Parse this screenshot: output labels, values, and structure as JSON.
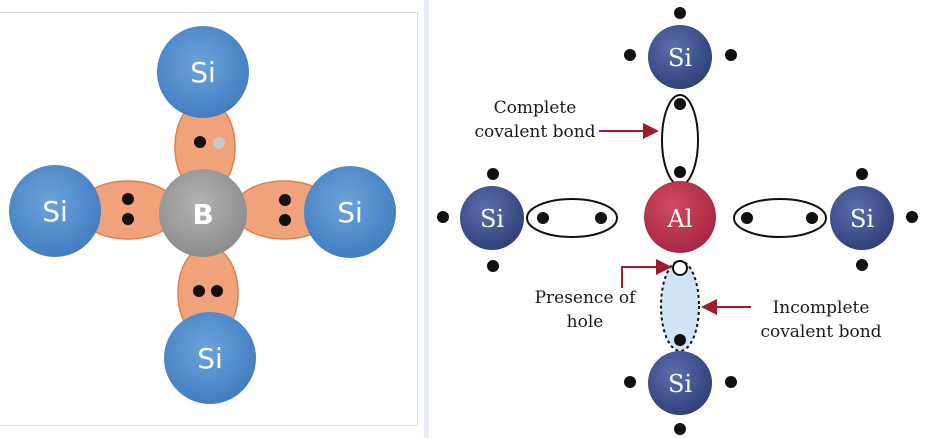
{
  "left_diagram": {
    "center_atom": "B",
    "top_atom": "Si",
    "left_atom": "Si",
    "right_atom": "Si",
    "bottom_atom": "Si"
  },
  "right_diagram": {
    "center_atom": "Al",
    "top_atom": "Si",
    "left_atom": "Si",
    "right_atom": "Si",
    "bottom_atom": "Si",
    "label_complete_line1": "Complete",
    "label_complete_line2": "covalent bond",
    "label_hole_line1": "Presence of",
    "label_hole_line2": "hole",
    "label_incomplete_line1": "Incomplete",
    "label_incomplete_line2": "covalent bond"
  },
  "colors": {
    "si_blue": "#4a86c8",
    "bond_orange": "#f0a27a",
    "boron_gray": "#9a9a9a",
    "al_red": "#b8314a",
    "si_navy": "#3a4f8a",
    "arrow_red": "#9c1c2e",
    "hole_fill": "#cfe4f5"
  }
}
